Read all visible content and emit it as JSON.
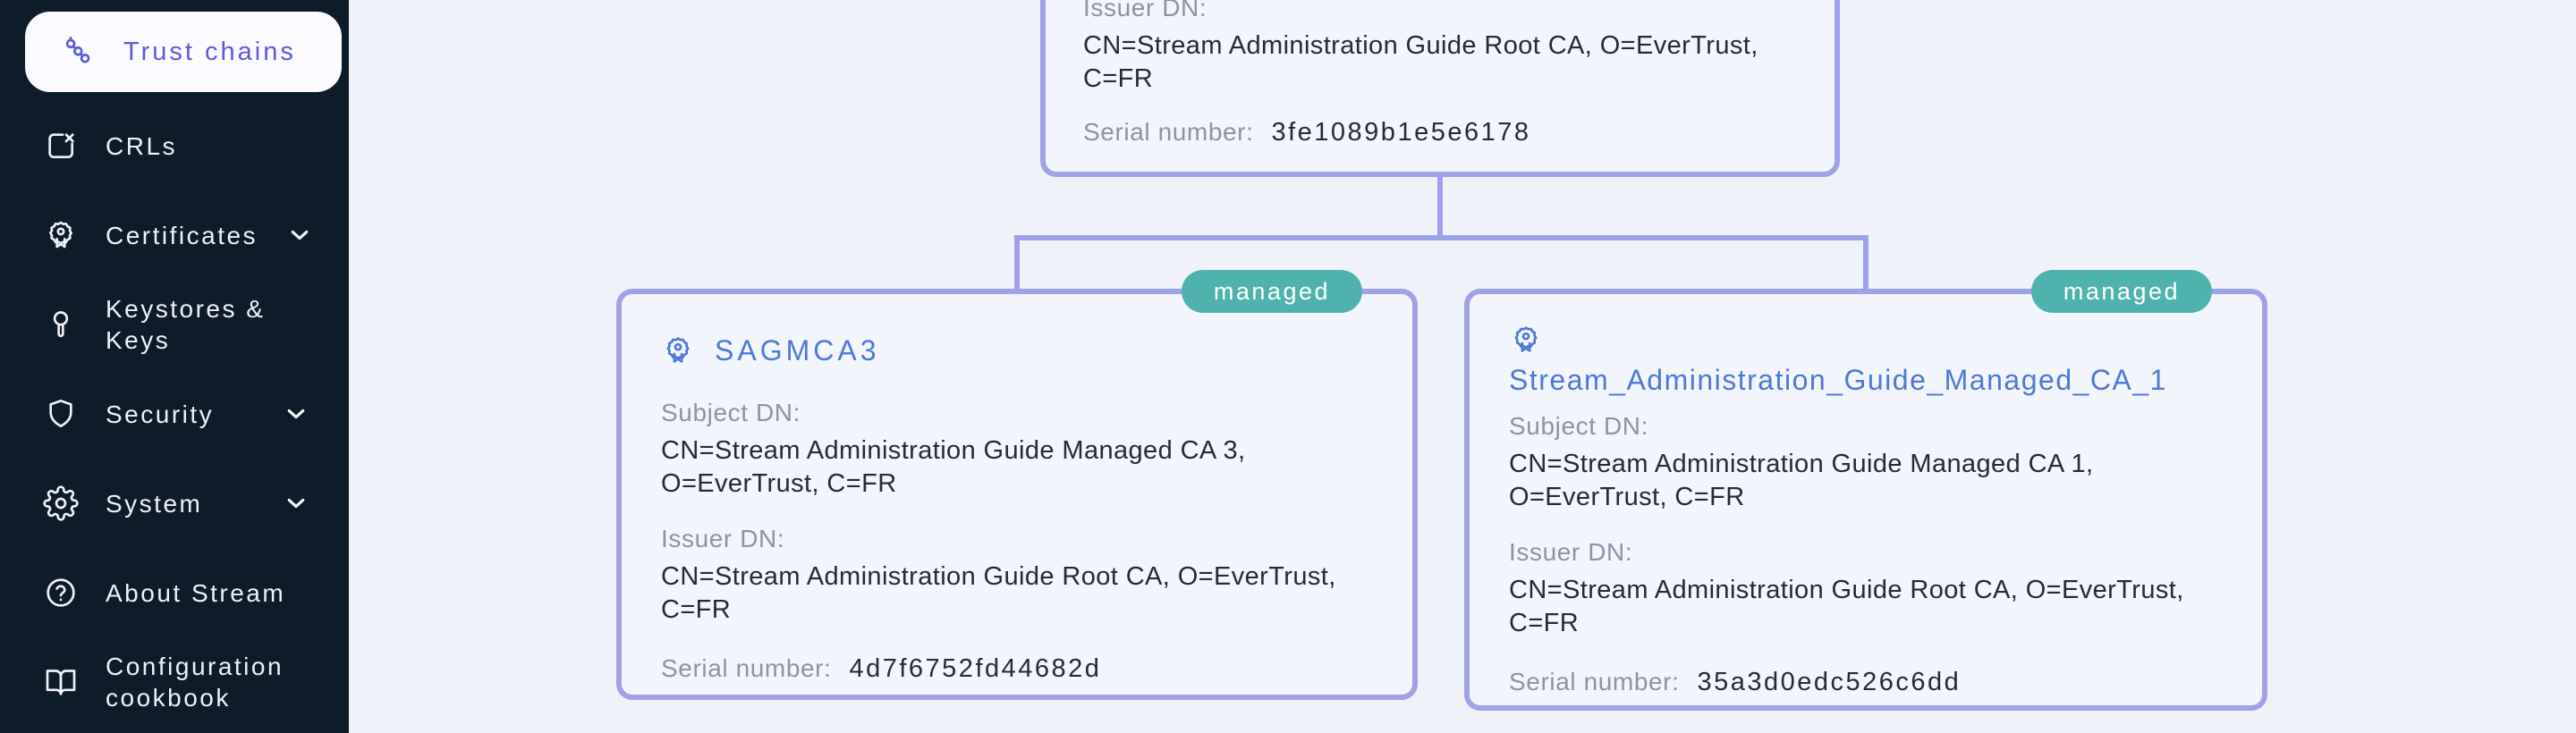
{
  "colors": {
    "sidebar_bg": "#0e1b29",
    "accent_indigo": "#5a5cd8",
    "border_periwinkle": "#9fa1e9",
    "badge_teal": "#4fb2ac",
    "title_blue": "#4c79d8",
    "label_gray": "#8b93a5",
    "page_bg": "#eff2f9"
  },
  "sidebar": {
    "items": [
      {
        "id": "trust-chains",
        "label": "Trust chains",
        "icon": "trust-chains-icon",
        "active": true,
        "chevron": false
      },
      {
        "id": "crls",
        "label": "CRLs",
        "icon": "crls-icon",
        "active": false,
        "chevron": false
      },
      {
        "id": "certificates",
        "label": "Certificates",
        "icon": "certificate-icon",
        "active": false,
        "chevron": true
      },
      {
        "id": "keystores-keys",
        "label": "Keystores & Keys",
        "icon": "key-icon",
        "active": false,
        "chevron": false
      },
      {
        "id": "security",
        "label": "Security",
        "icon": "shield-icon",
        "active": false,
        "chevron": true
      },
      {
        "id": "system",
        "label": "System",
        "icon": "gear-icon",
        "active": false,
        "chevron": true
      },
      {
        "id": "about-stream",
        "label": "About Stream",
        "icon": "question-circle-icon",
        "active": false,
        "chevron": false
      },
      {
        "id": "configuration-cookbook",
        "label": "Configuration cookbook",
        "icon": "book-open-icon",
        "active": false,
        "chevron": false
      }
    ]
  },
  "diagram": {
    "root_card": {
      "issuer_dn_label": "Issuer DN:",
      "issuer_dn_lines": [
        "CN=Stream Administration Guide Root CA, O=EverTrust,",
        "C=FR"
      ],
      "serial_label": "Serial number:",
      "serial_number": "3fe1089b1e5e6178"
    },
    "left_card": {
      "title": "SAGMCA3",
      "badge": "managed",
      "subject_dn_label": "Subject DN:",
      "subject_dn_lines": [
        "CN=Stream Administration Guide Managed CA 3,",
        "O=EverTrust, C=FR"
      ],
      "issuer_dn_label": "Issuer DN:",
      "issuer_dn_lines": [
        "CN=Stream Administration Guide Root CA, O=EverTrust,",
        "C=FR"
      ],
      "serial_label": "Serial number:",
      "serial_number": "4d7f6752fd44682d"
    },
    "right_card": {
      "title": "Stream_Administration_Guide_Managed_CA_1",
      "badge": "managed",
      "subject_dn_label": "Subject DN:",
      "subject_dn_lines": [
        "CN=Stream Administration Guide Managed CA 1,",
        "O=EverTrust, C=FR"
      ],
      "issuer_dn_label": "Issuer DN:",
      "issuer_dn_lines": [
        "CN=Stream Administration Guide Root CA, O=EverTrust,",
        "C=FR"
      ],
      "serial_label": "Serial number:",
      "serial_number": "35a3d0edc526c6dd"
    }
  }
}
